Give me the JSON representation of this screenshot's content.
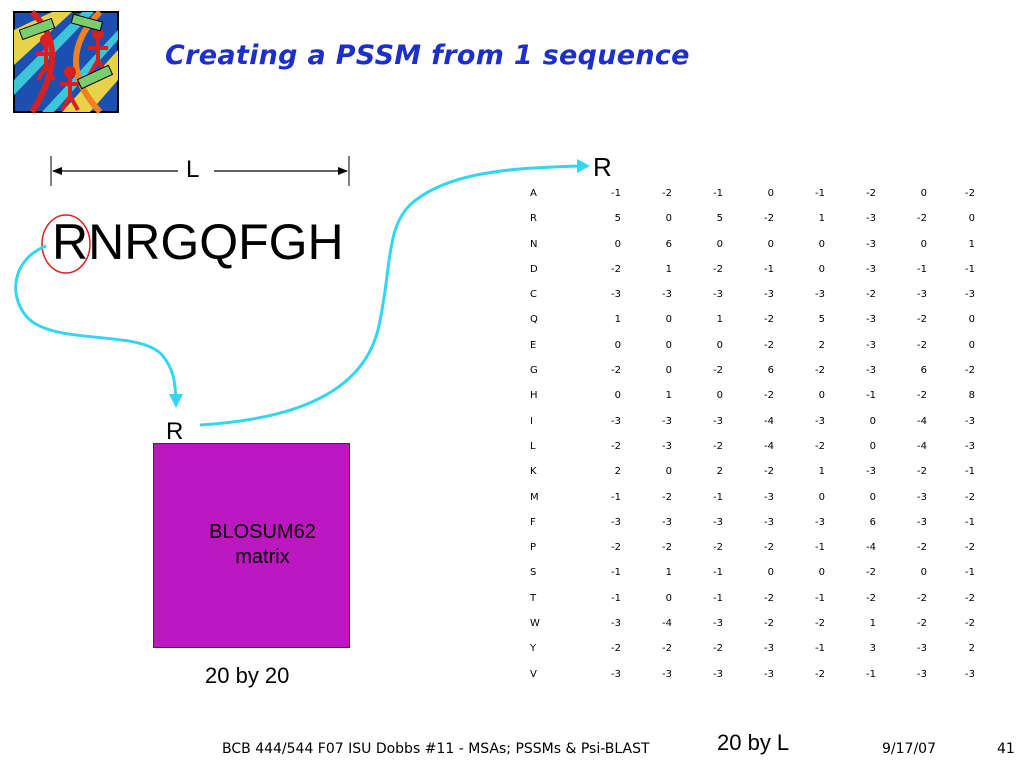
{
  "title": "Creating a PSSM from 1 sequence",
  "sequence": "RNRGQFGH",
  "length_label": "L",
  "r_top_label": "R",
  "r_blosum_label": "R",
  "blosum": {
    "name_line1": "BLOSUM62",
    "name_line2": "matrix",
    "dimensions": "20 by 20",
    "color": "#bc17c0"
  },
  "pssm": {
    "dimensions": "20 by L",
    "rows": [
      {
        "aa": "A",
        "values": [
          "-1",
          "-2",
          "-1",
          "0",
          "-1",
          "-2",
          "0",
          "-2"
        ]
      },
      {
        "aa": "R",
        "values": [
          "5",
          "0",
          "5",
          "-2",
          "1",
          "-3",
          "-2",
          "0"
        ]
      },
      {
        "aa": "N",
        "values": [
          "0",
          "6",
          "0",
          "0",
          "0",
          "-3",
          "0",
          "1"
        ]
      },
      {
        "aa": "D",
        "values": [
          "-2",
          "1",
          "-2",
          "-1",
          "0",
          "-3",
          "-1",
          "-1"
        ]
      },
      {
        "aa": "C",
        "values": [
          "-3",
          "-3",
          "-3",
          "-3",
          "-3",
          "-2",
          "-3",
          "-3"
        ]
      },
      {
        "aa": "Q",
        "values": [
          "1",
          "0",
          "1",
          "-2",
          "5",
          "-3",
          "-2",
          "0"
        ]
      },
      {
        "aa": "E",
        "values": [
          "0",
          "0",
          "0",
          "-2",
          "2",
          "-3",
          "-2",
          "0"
        ]
      },
      {
        "aa": "G",
        "values": [
          "-2",
          "0",
          "-2",
          "6",
          "-2",
          "-3",
          "6",
          "-2"
        ]
      },
      {
        "aa": "H",
        "values": [
          "0",
          "1",
          "0",
          "-2",
          "0",
          "-1",
          "-2",
          "8"
        ]
      },
      {
        "aa": "I",
        "values": [
          "-3",
          "-3",
          "-3",
          "-4",
          "-3",
          "0",
          "-4",
          "-3"
        ]
      },
      {
        "aa": "L",
        "values": [
          "-2",
          "-3",
          "-2",
          "-4",
          "-2",
          "0",
          "-4",
          "-3"
        ]
      },
      {
        "aa": "K",
        "values": [
          "2",
          "0",
          "2",
          "-2",
          "1",
          "-3",
          "-2",
          "-1"
        ]
      },
      {
        "aa": "M",
        "values": [
          "-1",
          "-2",
          "-1",
          "-3",
          "0",
          "0",
          "-3",
          "-2"
        ]
      },
      {
        "aa": "F",
        "values": [
          "-3",
          "-3",
          "-3",
          "-3",
          "-3",
          "6",
          "-3",
          "-1"
        ]
      },
      {
        "aa": "P",
        "values": [
          "-2",
          "-2",
          "-2",
          "-2",
          "-1",
          "-4",
          "-2",
          "-2"
        ]
      },
      {
        "aa": "S",
        "values": [
          "-1",
          "1",
          "-1",
          "0",
          "0",
          "-2",
          "0",
          "-1"
        ]
      },
      {
        "aa": "T",
        "values": [
          "-1",
          "0",
          "-1",
          "-2",
          "-1",
          "-2",
          "-2",
          "-2"
        ]
      },
      {
        "aa": "W",
        "values": [
          "-3",
          "-4",
          "-3",
          "-2",
          "-2",
          "1",
          "-2",
          "-2"
        ]
      },
      {
        "aa": "Y",
        "values": [
          "-2",
          "-2",
          "-2",
          "-3",
          "-1",
          "3",
          "-3",
          "2"
        ]
      },
      {
        "aa": "V",
        "values": [
          "-3",
          "-3",
          "-3",
          "-3",
          "-2",
          "-1",
          "-3",
          "-3"
        ]
      }
    ]
  },
  "footer": {
    "left": "BCB 444/544 F07 ISU Dobbs #11 - MSAs; PSSMs & Psi-BLAST",
    "date": "9/17/07",
    "page": "41"
  },
  "colors": {
    "title": "#1c2fc9",
    "arrow": "#33d6f0",
    "highlight_circle": "#e02020"
  },
  "icons": [
    "clipart-logo-icon"
  ]
}
